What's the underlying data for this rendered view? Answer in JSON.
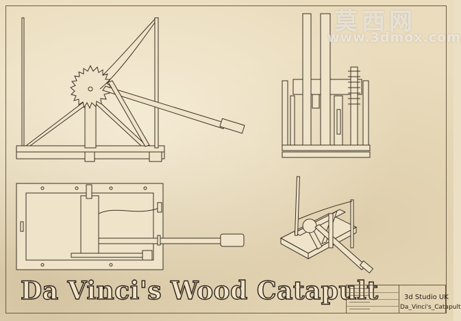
{
  "watermark": {
    "cn_text": "莫西网",
    "url_text": "www.3dmox.com"
  },
  "title": "Da Vinci's Wood Catapult",
  "title_block": {
    "company": "3d Studio UK",
    "drawing_name": "Da_Vinci's_Catapult"
  },
  "colors": {
    "paper": "#eadcbd",
    "ink": "#3a2f24",
    "wood_fill": "#efe4c9"
  }
}
